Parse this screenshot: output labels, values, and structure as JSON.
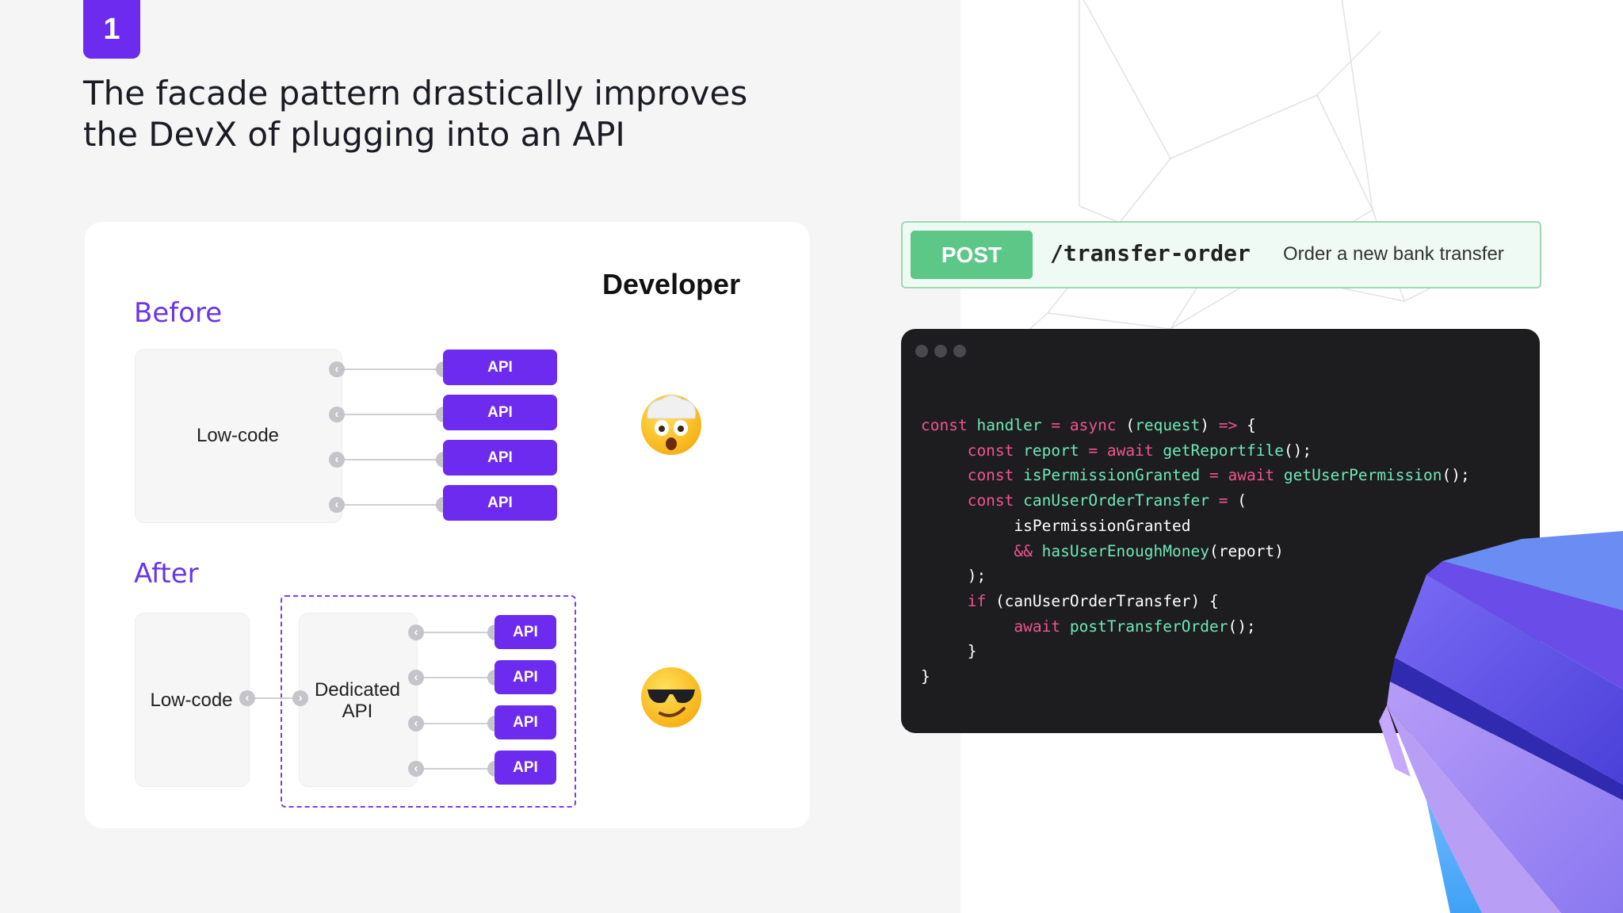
{
  "slide": {
    "number": "1",
    "headline_line1": "The facade pattern drastically improves",
    "headline_line2": "the DevX of plugging into an API"
  },
  "diagram": {
    "developer_label": "Developer",
    "before": {
      "title": "Before",
      "box_label": "Low-code",
      "apis": [
        "API",
        "API",
        "API",
        "API"
      ],
      "emoji": "exploding-head-emoji"
    },
    "after": {
      "title": "After",
      "box_label": "Low-code",
      "facade_label_line1": "Dedicated",
      "facade_label_line2": "API",
      "apis": [
        "API",
        "API",
        "API",
        "API"
      ],
      "emoji": "sunglasses-emoji"
    }
  },
  "endpoint": {
    "method": "POST",
    "path": "/transfer-order",
    "description": "Order a new bank transfer"
  },
  "code": {
    "colors": {
      "keyword": "#f0548f",
      "function": "#6ee8b8",
      "text": "#ffffff"
    },
    "line1": {
      "kw1": "const",
      "fn1": "handler",
      "op1": "=",
      "kw2": "async",
      "t1": "(",
      "fn2": "request",
      "t2": ")",
      "kw3": "=>",
      "t3": "{"
    },
    "line2": {
      "kw1": "const",
      "fn1": "report",
      "op1": "=",
      "kw2": "await",
      "fn2": "getReportfile",
      "t1": "();"
    },
    "line3": {
      "kw1": "const",
      "fn1": "isPermissionGranted",
      "op1": "=",
      "kw2": "await",
      "fn2": "getUserPermission",
      "t1": "();"
    },
    "line4": {
      "kw1": "const",
      "fn1": "canUserOrderTransfer",
      "op1": "=",
      "t1": "("
    },
    "line5": {
      "t1": "isPermissionGranted"
    },
    "line6": {
      "kw1": "&&",
      "fn1": "hasUserEnoughMoney",
      "t1": "(report)"
    },
    "line7": {
      "t1": ");"
    },
    "line8": {
      "kw1": "if",
      "t1": "(canUserOrderTransfer) {"
    },
    "line9": {
      "kw1": "await",
      "fn1": "postTransferOrder",
      "t1": "();"
    },
    "line10": {
      "t1": "}"
    },
    "line11": {
      "t1": "}"
    }
  },
  "colors": {
    "accent": "#6d2bf0",
    "post": "#5cc787",
    "code_bg": "#1d1d1f"
  }
}
